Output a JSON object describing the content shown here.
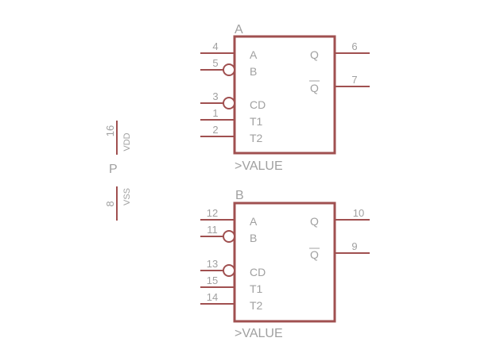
{
  "colors": {
    "line": "#a05050",
    "text": "#a0a0a0",
    "background": "#ffffff"
  },
  "gates": [
    {
      "name": "A",
      "value": ">VALUE",
      "inputs": [
        {
          "pin": "4",
          "label": "A",
          "inverted": false
        },
        {
          "pin": "5",
          "label": "B",
          "inverted": true
        },
        {
          "pin": "3",
          "label": "CD",
          "inverted": true
        },
        {
          "pin": "1",
          "label": "T1",
          "inverted": false
        },
        {
          "pin": "2",
          "label": "T2",
          "inverted": false
        }
      ],
      "outputs": [
        {
          "pin": "6",
          "label": "Q"
        },
        {
          "pin": "7",
          "label": "Q"
        }
      ]
    },
    {
      "name": "B",
      "value": ">VALUE",
      "inputs": [
        {
          "pin": "12",
          "label": "A",
          "inverted": false
        },
        {
          "pin": "11",
          "label": "B",
          "inverted": true
        },
        {
          "pin": "13",
          "label": "CD",
          "inverted": true
        },
        {
          "pin": "15",
          "label": "T1",
          "inverted": false
        },
        {
          "pin": "14",
          "label": "T2",
          "inverted": false
        }
      ],
      "outputs": [
        {
          "pin": "10",
          "label": "Q"
        },
        {
          "pin": "9",
          "label": "Q"
        }
      ]
    }
  ],
  "power": {
    "name": "P",
    "pins": [
      {
        "pin": "16",
        "label": "VDD"
      },
      {
        "pin": "8",
        "label": "VSS"
      }
    ]
  }
}
